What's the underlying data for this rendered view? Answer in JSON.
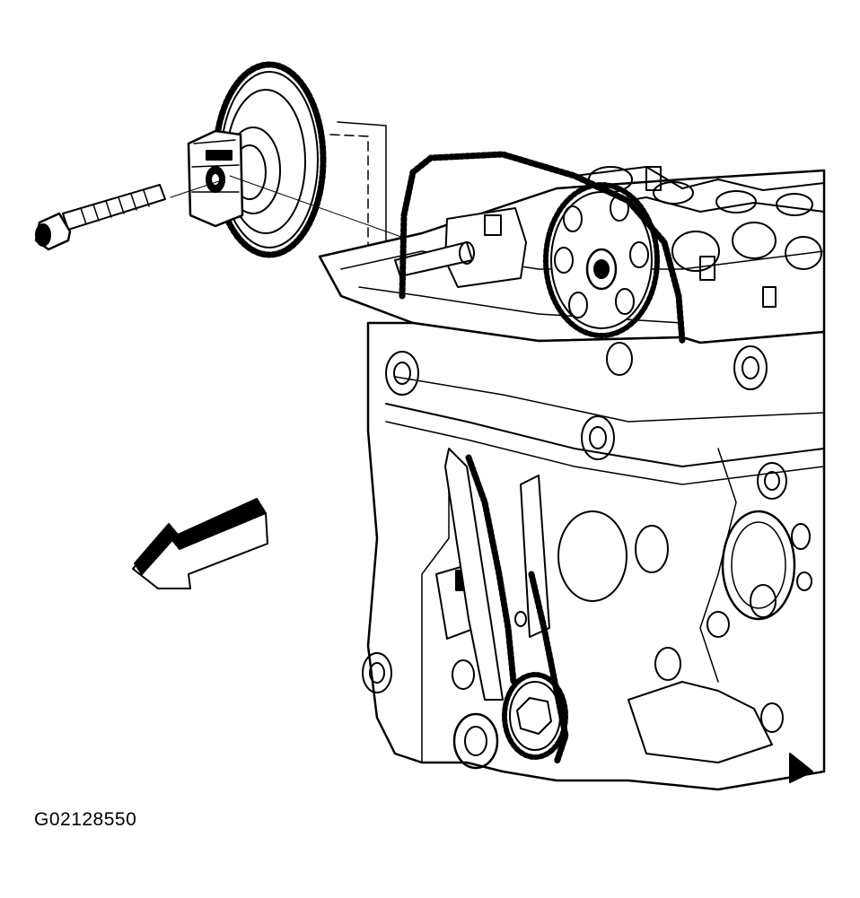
{
  "figure": {
    "code": "G02128550"
  },
  "colors": {
    "line": "#000000",
    "background": "#ffffff"
  },
  "parts": [
    "exploded-camshaft-sprocket",
    "sprocket-bolt",
    "direction-arrow",
    "engine-block",
    "timing-chain"
  ]
}
